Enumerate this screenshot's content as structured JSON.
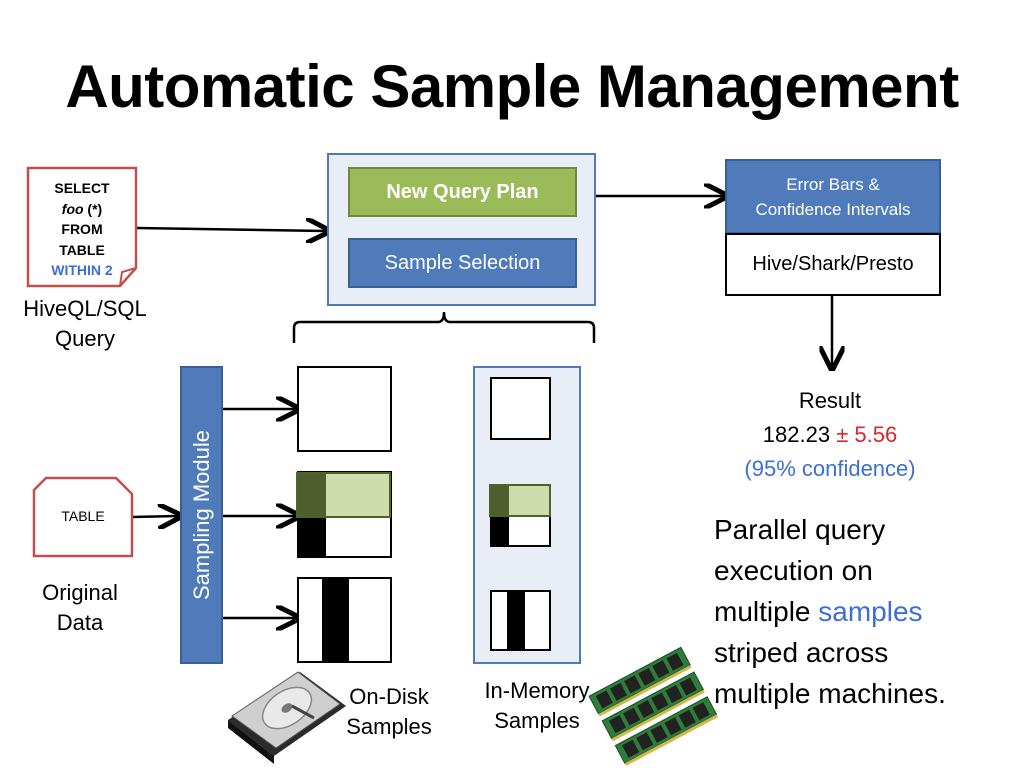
{
  "title": "Automatic Sample Management",
  "query_card": {
    "line1": "SELECT",
    "line2_italic": "foo",
    "line2_rest": " (*)",
    "line3": "FROM",
    "line4": "TABLE",
    "line5": "WITHIN 2"
  },
  "query_label": [
    "HiveQL/SQL",
    "Query"
  ],
  "plan": {
    "new_query_plan": "New Query Plan",
    "sample_selection": "Sample Selection"
  },
  "error_bars": [
    "Error Bars &",
    "Confidence Intervals"
  ],
  "engines": "Hive/Shark/Presto",
  "result": {
    "label": "Result",
    "value": "182.23",
    "pm": "±",
    "error": "5.56",
    "confidence": "(95% confidence)"
  },
  "table_card": "TABLE",
  "original_data_label": [
    "Original",
    "Data"
  ],
  "sampling_module": "Sampling Module",
  "on_disk_label": [
    "On-Disk",
    "Samples"
  ],
  "in_memory_label": [
    "In-Memory",
    "Samples"
  ],
  "description": {
    "line1": "Parallel query",
    "line2": "execution on",
    "line3_prefix": "multiple ",
    "line3_highlight": "samples",
    "line4": "striped across",
    "line5": "multiple machines."
  },
  "colors": {
    "blue_fill": "#4f7bbb",
    "green_fill": "#9bbb59",
    "light_blue_panel": "#e8edf6",
    "red_card": "#c0504d",
    "highlight_blue": "#3c6fd6",
    "error_red": "#d9262c"
  },
  "icons": [
    "hard-drive-icon",
    "ram-module-icon"
  ]
}
